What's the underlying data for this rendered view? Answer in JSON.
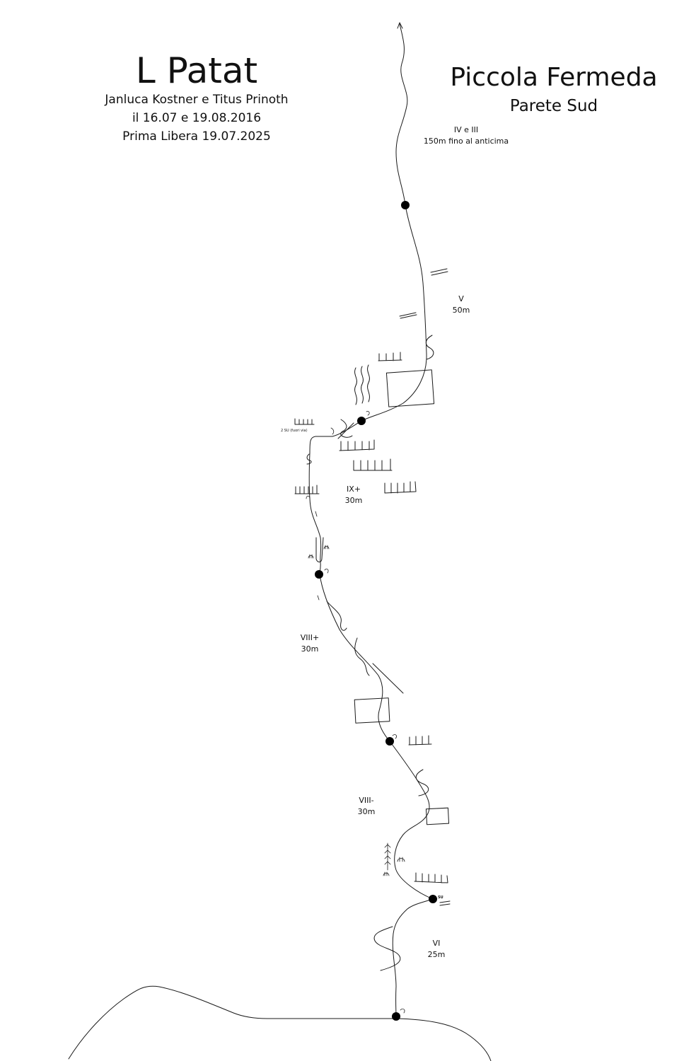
{
  "route": {
    "title": "L Patat",
    "authors": "Janluca Kostner e Titus Prinoth",
    "dates": "il 16.07 e 19.08.2016",
    "first_free": "Prima Libera 19.07.2025"
  },
  "peak": {
    "name": "Piccola Fermeda",
    "face": "Parete Sud"
  },
  "pitches": [
    {
      "grade": "VI",
      "length": "25m"
    },
    {
      "grade": "VIII-",
      "length": "30m"
    },
    {
      "grade": "VIII+",
      "length": "30m"
    },
    {
      "grade": "IX+",
      "length": "30m"
    },
    {
      "grade": "V",
      "length": "50m"
    },
    {
      "grade": "IV e III",
      "length": "150m fino al anticima"
    }
  ],
  "annotations": {
    "bolt_note": "2 SU (fuori via)",
    "su": "SU"
  },
  "icons": {
    "belay": "belay-station-icon",
    "crack": "crack-icon",
    "overhang": "overhang-icon",
    "roof": "roof-block-icon",
    "thread": "thread-icon",
    "friend": "friend-icon",
    "summit_arrow": "arrow-up-icon"
  }
}
